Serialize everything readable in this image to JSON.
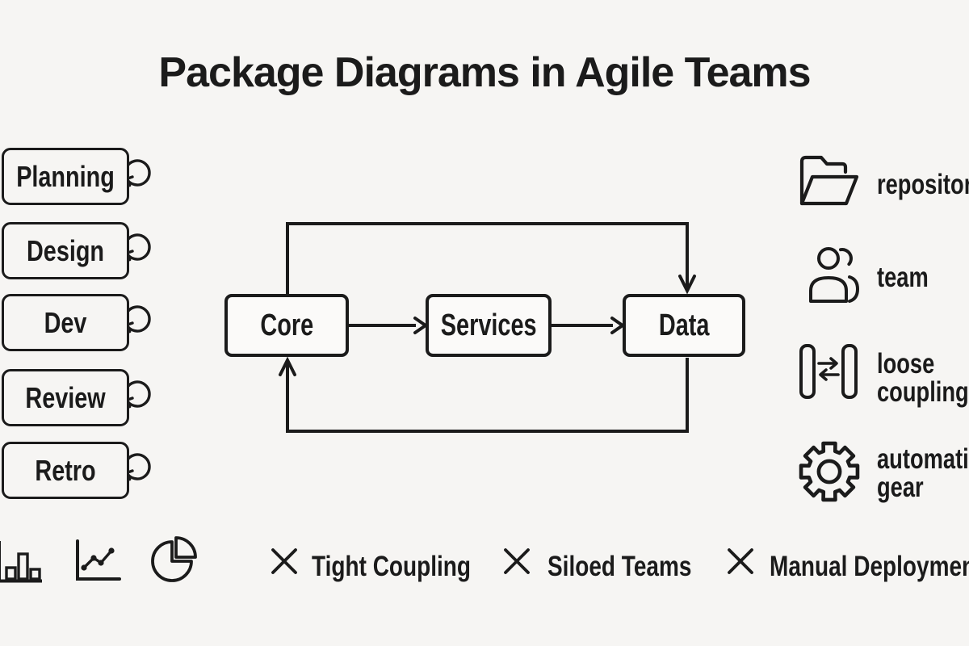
{
  "title": "Package Diagrams in Agile Teams",
  "colors": {
    "background": "#f6f5f3",
    "ink": "#1b1b1b",
    "node_fill": "#fbfaf9"
  },
  "sprint_stages": [
    {
      "label": "Planning"
    },
    {
      "label": "Design"
    },
    {
      "label": "Dev"
    },
    {
      "label": "Review"
    },
    {
      "label": "Retro"
    }
  ],
  "package_flow": {
    "nodes": [
      {
        "label": "Core"
      },
      {
        "label": "Services"
      },
      {
        "label": "Data"
      }
    ],
    "edges": [
      {
        "from": "Core",
        "to": "Services"
      },
      {
        "from": "Services",
        "to": "Data"
      },
      {
        "from": "Core",
        "to": "Data",
        "route": "top feedback line"
      },
      {
        "from": "Data",
        "to": "Core",
        "route": "bottom return line"
      }
    ]
  },
  "legend": [
    {
      "icon": "folder-icon",
      "lines": [
        "repository"
      ]
    },
    {
      "icon": "team-icon",
      "lines": [
        "team"
      ]
    },
    {
      "icon": "loose-coupling-icon",
      "lines": [
        "loose",
        "coupling"
      ]
    },
    {
      "icon": "gear-icon",
      "lines": [
        "automation",
        "gear"
      ]
    }
  ],
  "metric_icons": [
    "bar-chart-icon",
    "line-chart-icon",
    "pie-chart-icon"
  ],
  "anti_patterns": [
    {
      "label": "Tight Coupling"
    },
    {
      "label": "Siloed Teams"
    },
    {
      "label": "Manual Deployment"
    }
  ]
}
